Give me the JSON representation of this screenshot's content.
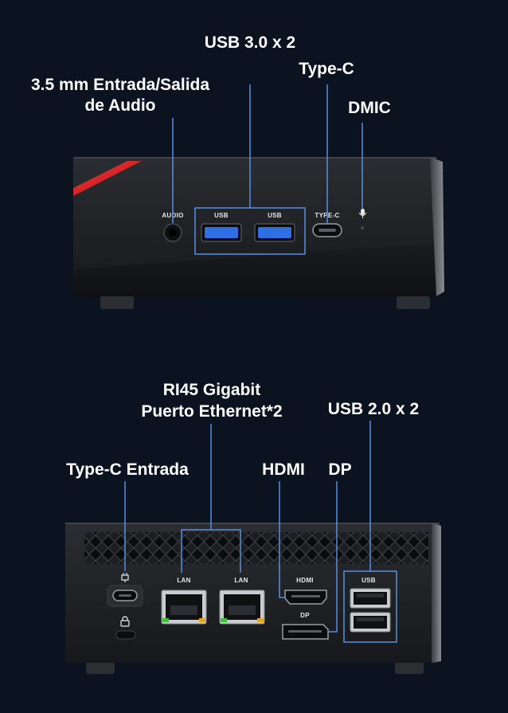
{
  "front": {
    "callouts": {
      "usb3": "USB 3.0 x 2",
      "typec": "Type-C",
      "audio_line1": "3.5 mm Entrada/Salida",
      "audio_line2": "de Audio",
      "dmic": "DMIC"
    },
    "port_labels": {
      "audio": "AUDIO",
      "usb_a": "USB",
      "usb_b": "USB",
      "typec": "TYPE-C"
    }
  },
  "rear": {
    "callouts": {
      "rj45_line1": "RI45 Gigabit",
      "rj45_line2": "Puerto Ethernet*2",
      "usb2": "USB 2.0 x 2",
      "typec_in": "Type-C Entrada",
      "hdmi": "HDMI",
      "dp": "DP"
    },
    "port_labels": {
      "lan_a": "LAN",
      "lan_b": "LAN",
      "hdmi": "HDMI",
      "dp": "DP",
      "usb": "USB"
    }
  },
  "colors": {
    "background": "#0c1320",
    "callout_line": "#5a8ee0",
    "device_body": "#1b1d20",
    "accent_red": "#d0141a",
    "usb3_blue": "#2f6fe4"
  }
}
